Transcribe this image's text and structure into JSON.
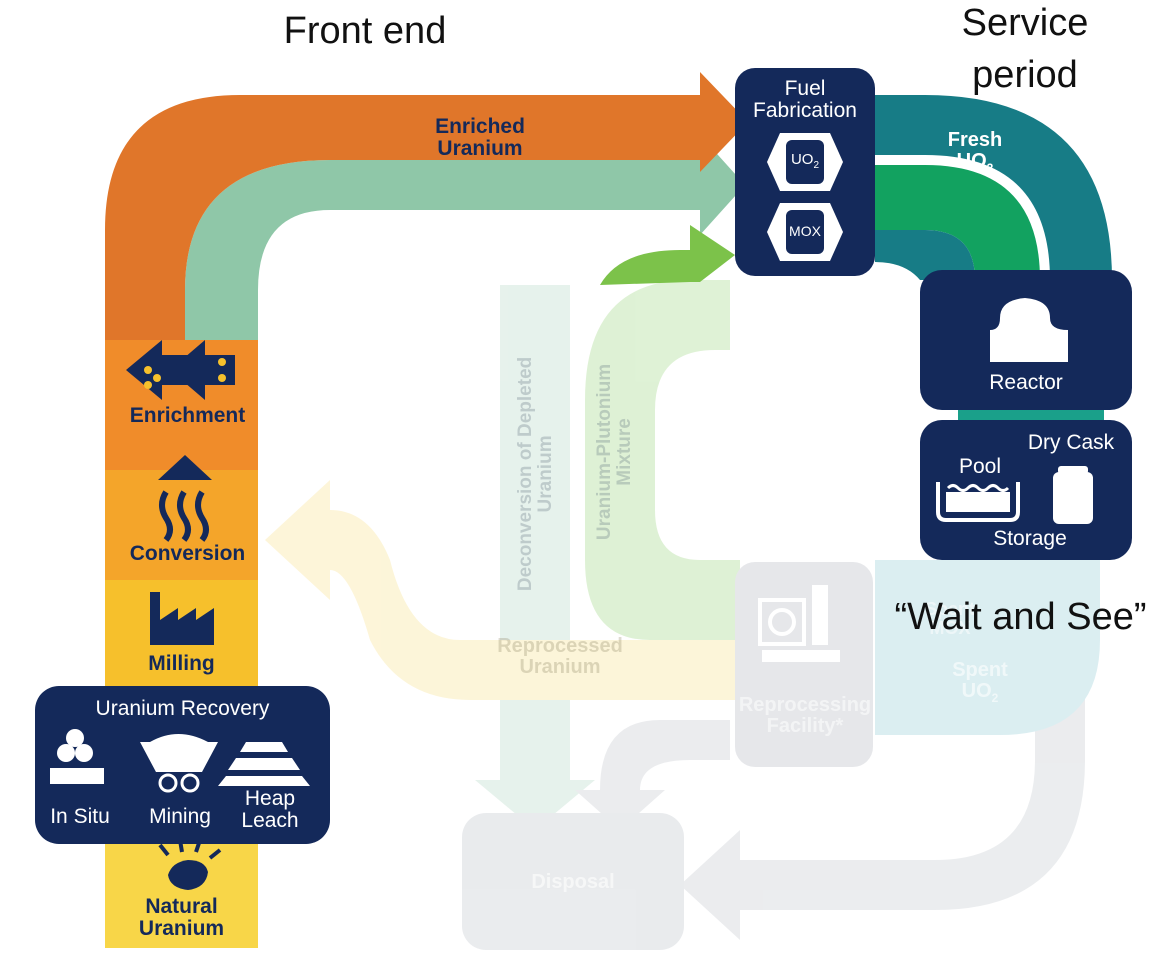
{
  "headings": {
    "front_end": "Front end",
    "service_period_line1": "Service",
    "service_period_line2": "period",
    "wait_and_see": "“Wait and See”"
  },
  "front_end_stages": {
    "enriched_uranium": [
      "Enriched",
      "Uranium"
    ],
    "enrichment": "Enrichment",
    "conversion": "Conversion",
    "milling": "Milling",
    "uranium_recovery": {
      "title": "Uranium Recovery",
      "in_situ": "In Situ",
      "mining": "Mining",
      "heap_leach": [
        "Heap",
        "Leach"
      ]
    },
    "natural_uranium": [
      "Natural",
      "Uranium"
    ]
  },
  "fuel_fabrication": {
    "title": [
      "Fuel",
      "Fabrication"
    ],
    "uo2": "UO",
    "uo2_sub": "2",
    "mox": "MOX"
  },
  "service_period": {
    "fresh": "Fresh",
    "fresh_uo2": "UO",
    "fresh_uo2_sub": "2",
    "reactor": "Reactor",
    "dry_cask": "Dry Cask",
    "pool": "Pool",
    "storage": "Storage"
  },
  "back_end_faded": {
    "deconversion": [
      "Deconversion of Depleted",
      "Uranium"
    ],
    "uranium_plutonium": [
      "Uranium-Plutonium",
      "Mixture"
    ],
    "reprocessed_uranium": [
      "Reprocessed",
      "Uranium"
    ],
    "reprocessing_facility": [
      "Reprocessing",
      "Facility*"
    ],
    "spent_mox": "Spent MOX",
    "spent": "Spent",
    "spent_uo2": "UO",
    "spent_uo2_sub": "2",
    "disposal": "Disposal"
  },
  "colors": {
    "navy": "#14295a",
    "orange": "#e0762a",
    "orange_light": "#f08c2a",
    "yellow": "#f6c02c",
    "yellow_light": "#f8d648",
    "mint": "#8fc7a8",
    "lime": "#7cc24a",
    "teal": "#177c86",
    "green": "#12a260",
    "gray": "#c8ccd2"
  }
}
